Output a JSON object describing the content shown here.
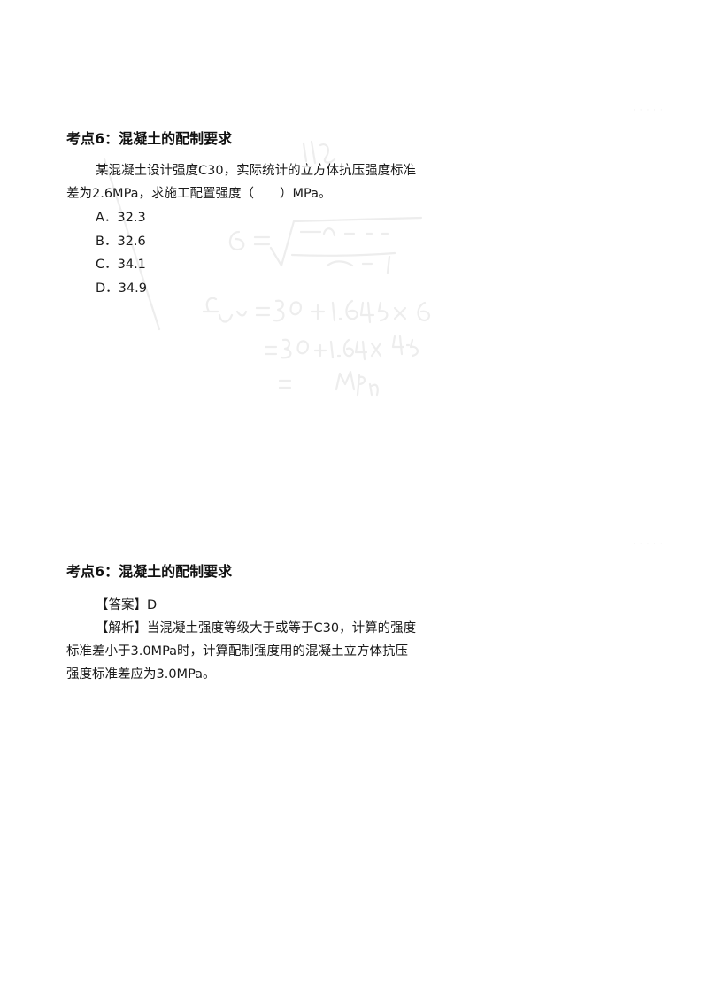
{
  "section1": {
    "title": "考点6：混凝土的配制要求",
    "stem_line1": "某混凝土设计强度C30，实际统计的立方体抗压强度标准",
    "stem_line2": "差为2.6MPa，求施工配置强度（　　）MPa。",
    "options": [
      {
        "label": "A．32.3"
      },
      {
        "label": "B．32.6"
      },
      {
        "label": "C．34.1"
      },
      {
        "label": "D．34.9"
      }
    ]
  },
  "section2": {
    "title": "考点6：混凝土的配制要求",
    "answer": "【答案】D",
    "explanation_line1": "【解析】当混凝土强度等级大于或等于C30，计算的强度",
    "explanation_line2": "标准差小于3.0MPa时，计算配制强度用的混凝土立方体抗压",
    "explanation_line3": "强度标准差应为3.0MPa。"
  }
}
